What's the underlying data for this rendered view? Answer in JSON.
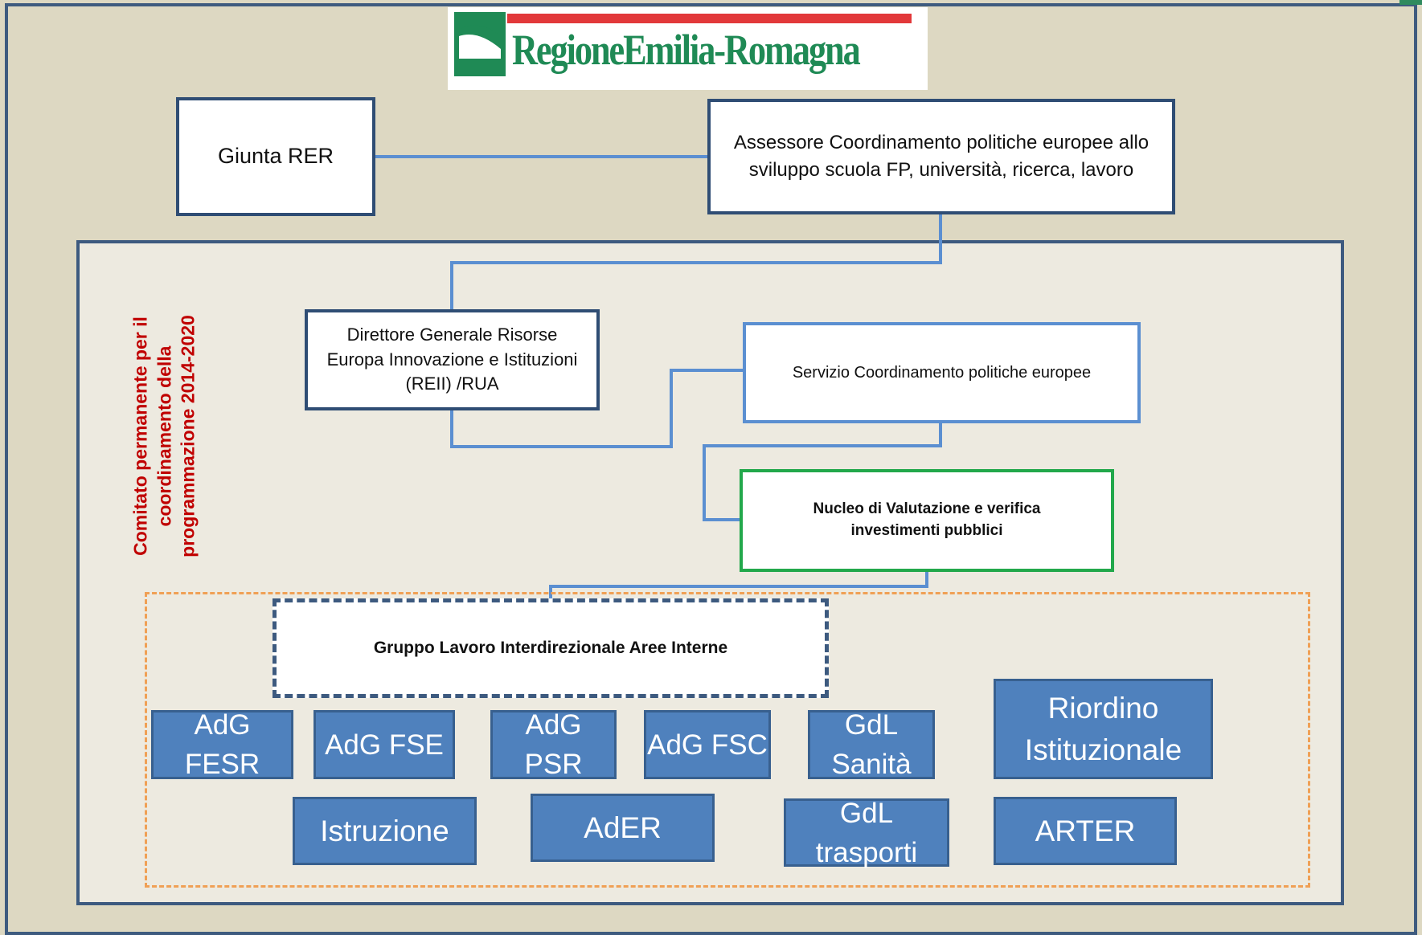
{
  "logo": {
    "text": "RegioneEmilia-Romagna"
  },
  "side_label": "Comitato permanente per il coordinamento della programmazione 2014-2020",
  "boxes": {
    "giunta": "Giunta RER",
    "assessore": "Assessore Coordinamento politiche europee allo sviluppo scuola FP, università, ricerca, lavoro",
    "direttore": "Direttore Generale Risorse Europa Innovazione e Istituzioni (REII) /RUA",
    "servizio": "Servizio Coordinamento politiche europee",
    "nucleo": "Nucleo di Valutazione e verifica investimenti pubblici",
    "gruppo": "Gruppo Lavoro Interdirezionale Aree Interne"
  },
  "units": {
    "adg_fesr": "AdG FESR",
    "adg_fse": "AdG FSE",
    "adg_psr": "AdG PSR",
    "adg_fsc": "AdG FSC",
    "gdl_sanita": "GdL Sanità",
    "riordino": "Riordino Istituzionale",
    "istruzione": "Istruzione",
    "ader": "AdER",
    "gdl_trasporti": "GdL trasporti",
    "arter": "ARTER"
  },
  "colors": {
    "background": "#ddd8c2",
    "inner_panel": "#edeae0",
    "frame": "#3d5a7f",
    "unit_fill": "#4f81bd",
    "side_label": "#c00000",
    "logo_red": "#e2383a",
    "logo_green": "#1f8a55",
    "nucleo_border": "#22a84b",
    "orange_dash": "#f0a055"
  }
}
